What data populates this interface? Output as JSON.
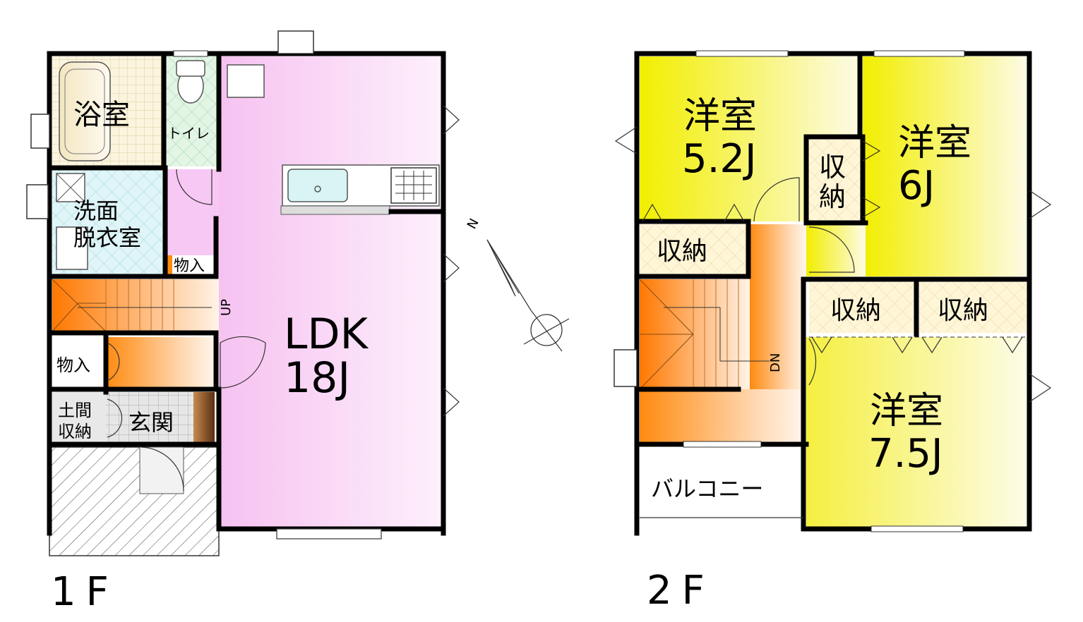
{
  "floor1": {
    "label": "1F",
    "rooms": {
      "bath": "浴室",
      "toilet": "トイレ",
      "washroom_line1": "洗面",
      "washroom_line2": "脱衣室",
      "storage_small_1": "物入",
      "storage_small_2": "物入",
      "ldk_line1": "LDK",
      "ldk_line2": "18J",
      "doma_line1": "土間",
      "doma_line2": "収納",
      "entrance": "玄関"
    },
    "stair_marker": "UP"
  },
  "floor2": {
    "label": "2F",
    "rooms": {
      "western_a_line1": "洋室",
      "western_a_line2": "5.2J",
      "western_b_line1": "洋室",
      "western_b_line2": "6J",
      "western_c_line1": "洋室",
      "western_c_line2": "7.5J",
      "closet_v_line1": "収",
      "closet_v_line2": "納",
      "closet_1": "収納",
      "closet_2": "収納",
      "closet_3": "収納",
      "balcony": "バルコニー"
    },
    "stair_marker": "DN"
  },
  "compass": {
    "north_label": "N"
  },
  "colors": {
    "ldk": "#f6c6f2",
    "bedroom": "#f3f300",
    "stairs": "#ff7a00",
    "washroom": "#dff4f6",
    "toilet": "#dff4e4",
    "closet": "#fff3cc",
    "wall": "#000000"
  }
}
